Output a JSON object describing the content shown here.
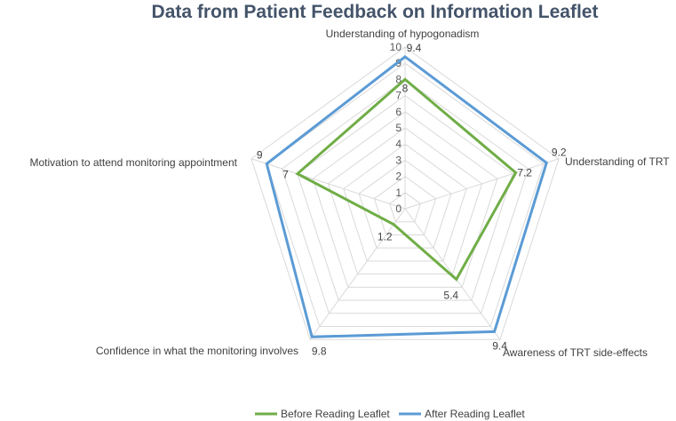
{
  "chart_data": {
    "type": "radar",
    "title": "Data from Patient Feedback on Information Leaflet",
    "categories": [
      "Understanding of hypogonadism",
      "Understanding of TRT",
      "Awareness of TRT side-effects",
      "Confidence in what the monitoring involves",
      "Motivation to attend monitoring appointment"
    ],
    "series": [
      {
        "name": "Before Reading Leaflet",
        "values": [
          8,
          7.2,
          5.4,
          1.2,
          7
        ],
        "color": "#70ad47"
      },
      {
        "name": "After Reading Leaflet",
        "values": [
          9.4,
          9.2,
          9.4,
          9.8,
          9
        ],
        "color": "#5b9bd5"
      }
    ],
    "rlim": [
      0,
      10
    ],
    "ticks": [
      0,
      1,
      2,
      3,
      4,
      5,
      6,
      7,
      8,
      9,
      10
    ],
    "grid": true,
    "legend": "bottom"
  }
}
